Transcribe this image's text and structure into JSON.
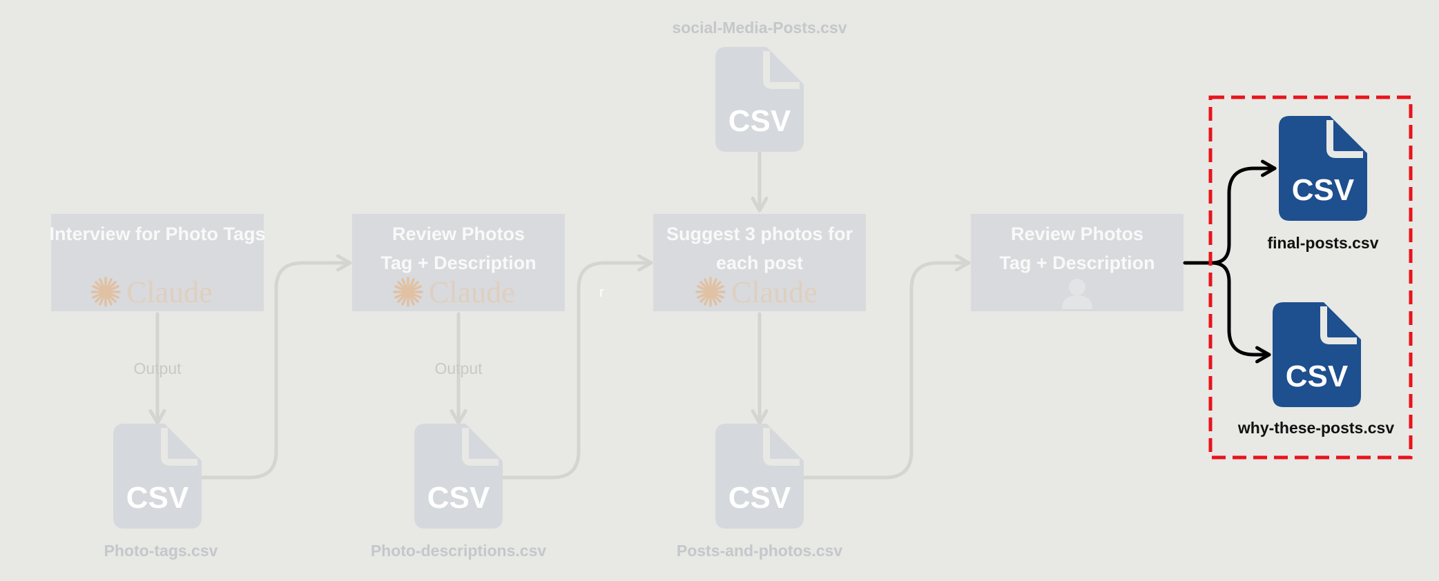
{
  "colors": {
    "background": "#e8e8e4",
    "faded_box": "#d8dadd",
    "faded_file": "#d5d8dc",
    "faded_connector": "#d4d4d0",
    "active_file": "#1e4f8e",
    "active_connector": "#000000",
    "highlight_border": "#e8141b",
    "brand_star": "#e8b27e"
  },
  "steps": [
    {
      "lines": [
        "Interview for Photo Tags"
      ],
      "brand": "Claude",
      "icon": null
    },
    {
      "lines": [
        "Review Photos",
        "Tag + Description"
      ],
      "brand": "Claude",
      "icon": null
    },
    {
      "lines": [
        "Suggest 3 photos for",
        "each post"
      ],
      "brand": "Claude",
      "icon": null
    },
    {
      "lines": [
        "Review Photos",
        "Tag + Description"
      ],
      "brand": null,
      "icon": "person-icon"
    }
  ],
  "input_file": {
    "name": "social-Media-Posts.csv",
    "badge": "CSV"
  },
  "intermediate_files": [
    {
      "name": "Photo-tags.csv",
      "badge": "CSV",
      "edge_label": "Output"
    },
    {
      "name": "Photo-descriptions.csv",
      "badge": "CSV",
      "edge_label": "Output"
    },
    {
      "name": "Posts-and-photos.csv",
      "badge": "CSV",
      "edge_label": ""
    }
  ],
  "final_outputs": [
    {
      "name": "final-posts.csv",
      "badge": "CSV"
    },
    {
      "name": "why-these-posts.csv",
      "badge": "CSV"
    }
  ],
  "stray_mark": "r"
}
